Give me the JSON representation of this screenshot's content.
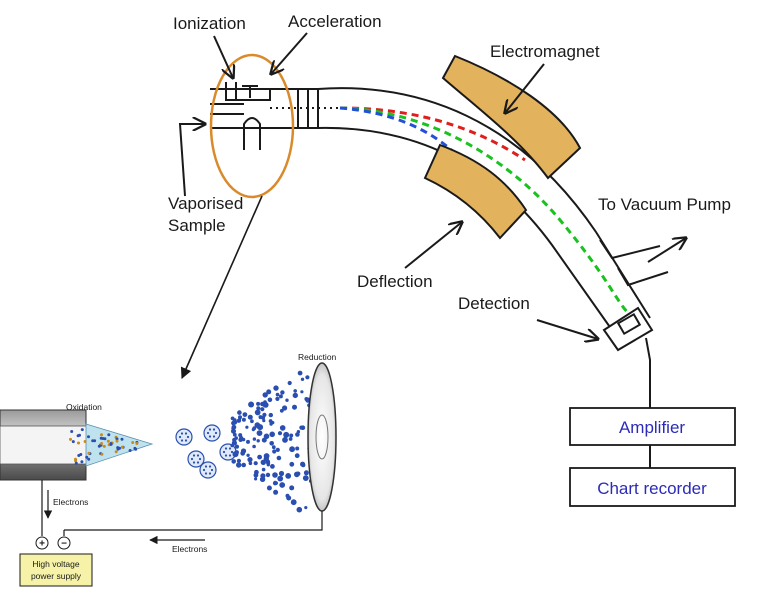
{
  "labels": {
    "ionization": "Ionization",
    "acceleration": "Acceleration",
    "electromagnet": "Electromagnet",
    "vaporised_line1": "Vaporised",
    "vaporised_line2": "Sample",
    "to_vacuum_pump": "To Vacuum Pump",
    "deflection": "Deflection",
    "detection": "Detection",
    "amplifier": "Amplifier",
    "chart_recorder": "Chart recorder"
  },
  "inset": {
    "oxidation": "Oxidation",
    "reduction": "Reduction",
    "electrons_vertical": "Electrons",
    "electrons_horizontal": "Electrons",
    "plus_sign": "+",
    "minus_sign": "−",
    "power_supply_line1": "High voltage",
    "power_supply_line2": "power supply"
  },
  "colors": {
    "magnet": "#e3b25c",
    "magnet_stroke": "#1a1a1a",
    "highlight_ring": "#d98a2b",
    "beam_red": "#e01e1e",
    "beam_green": "#19c21e",
    "beam_blue": "#2450d8",
    "box_text": "#2b2bb8",
    "psu_fill": "#f6f3a8",
    "droplet": "#2a4fb0"
  }
}
